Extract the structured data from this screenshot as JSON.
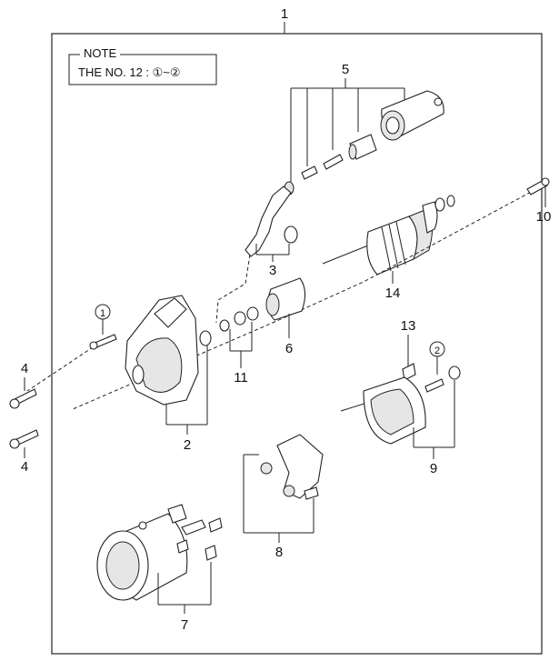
{
  "note": {
    "title": "NOTE",
    "text": "THE NO. 12 : ①~②"
  },
  "callouts": {
    "c1": "1",
    "c2": "2",
    "c3": "3",
    "c4a": "4",
    "c4b": "4",
    "c5": "5",
    "c6": "6",
    "c7": "7",
    "c8": "8",
    "c9": "9",
    "c10": "10",
    "c11": "11",
    "c13": "13",
    "c14": "14",
    "circ1": "1",
    "circ2": "2"
  }
}
